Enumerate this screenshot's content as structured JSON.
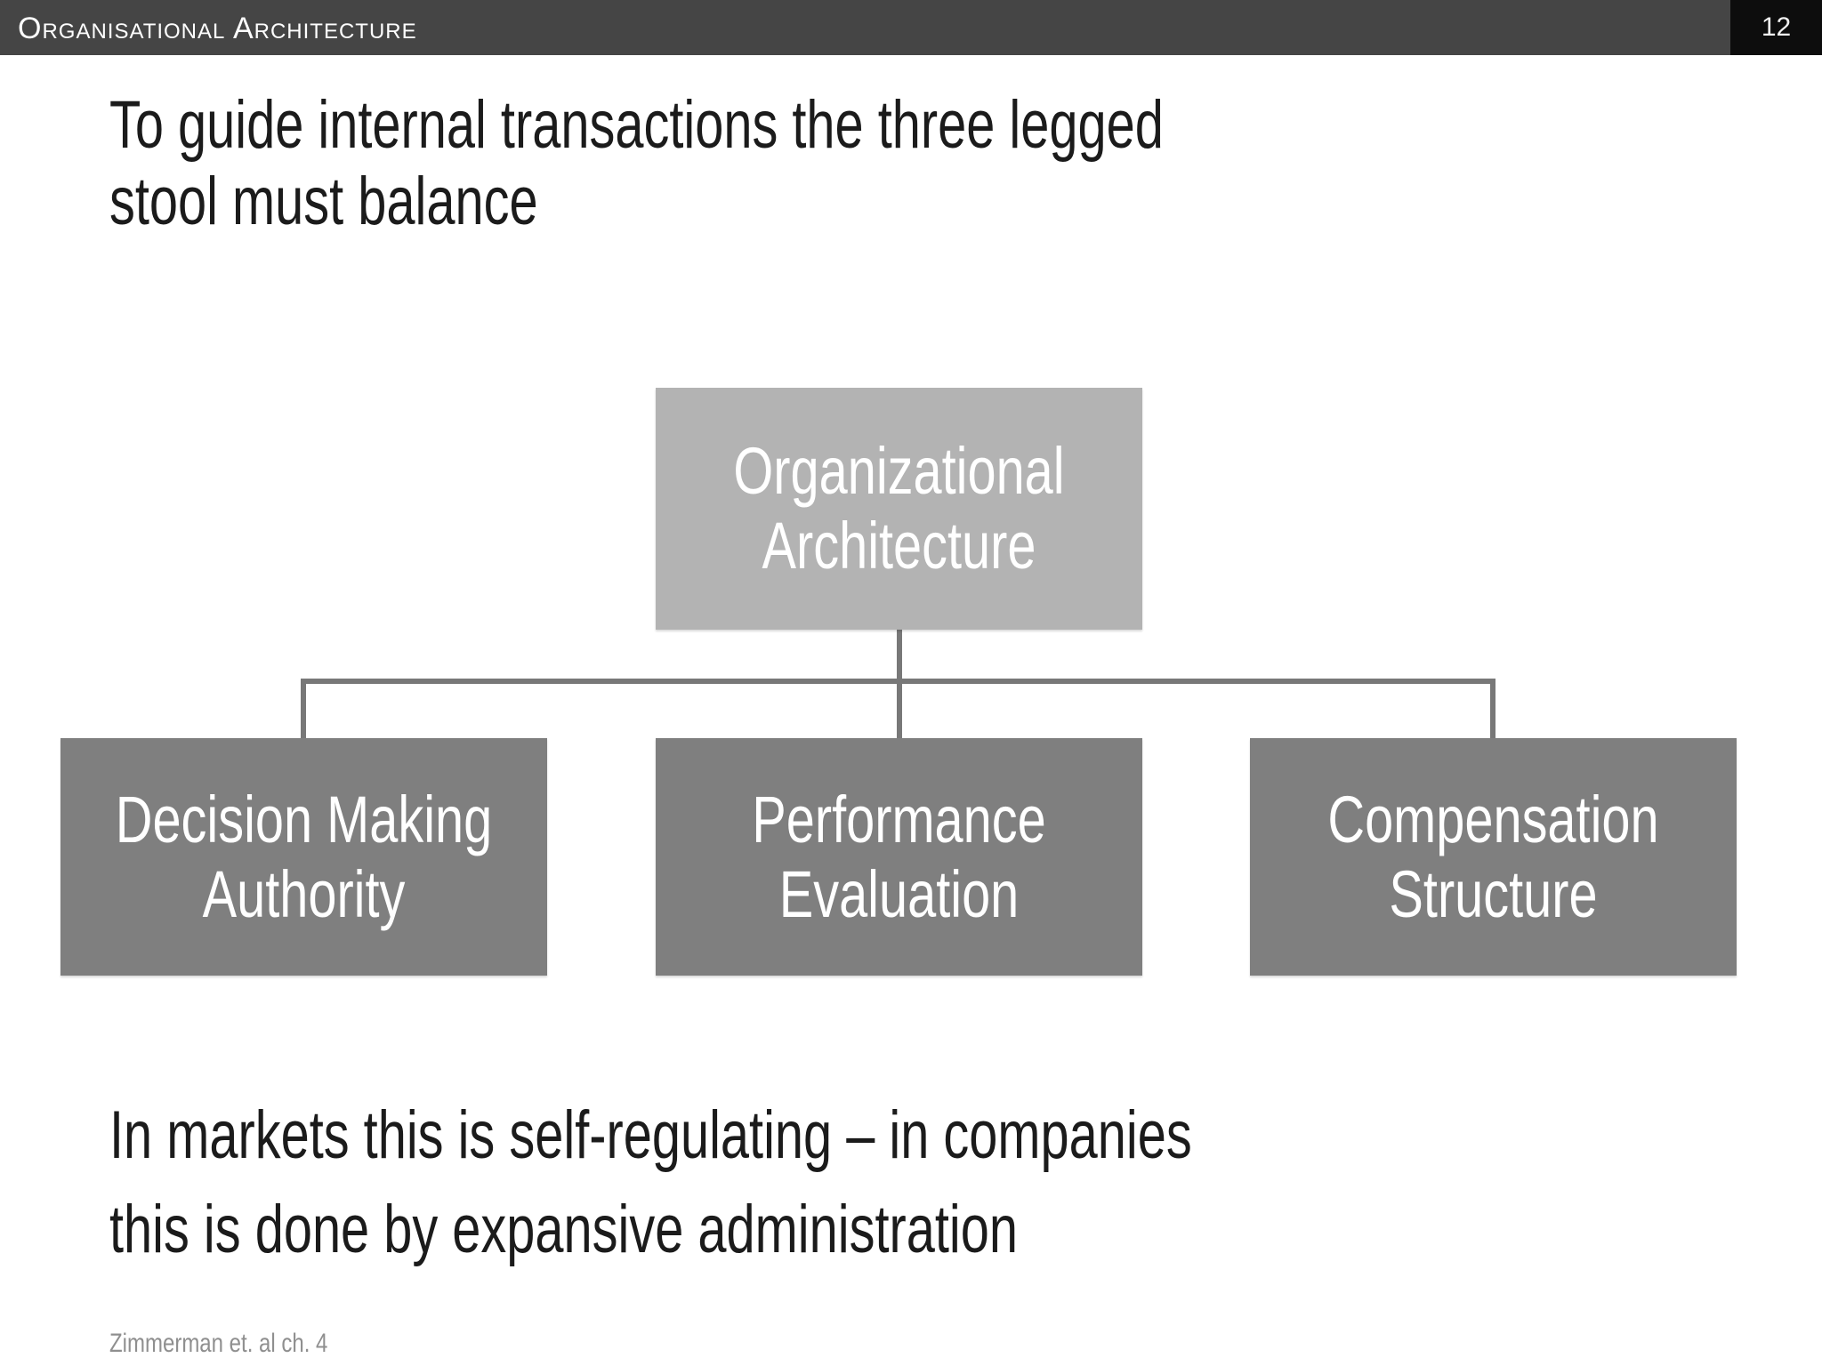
{
  "header": {
    "title": "Organisational Architecture",
    "page_number": "12"
  },
  "title": {
    "lines": [
      "To guide internal transactions the three legged",
      "stool must balance"
    ]
  },
  "diagram": {
    "type": "org-chart",
    "root": {
      "label": "Organizational Architecture"
    },
    "children": [
      {
        "label": "Decision Making Authority"
      },
      {
        "label": "Performance Evaluation"
      },
      {
        "label": "Compensation Structure"
      }
    ]
  },
  "body": {
    "lines": [
      "In markets this is self-regulating – in companies",
      "this is done by expansive administration"
    ]
  },
  "footnote": "Zimmerman et. al ch. 4",
  "colors": {
    "top_bar": "#454545",
    "page_box": "#0d0d0d",
    "root_node": "#b3b3b3",
    "child_node": "#7f7f7f",
    "connector": "#787878",
    "text_dark": "#1b1b1b",
    "footnote_gray": "#8f8f8f"
  }
}
